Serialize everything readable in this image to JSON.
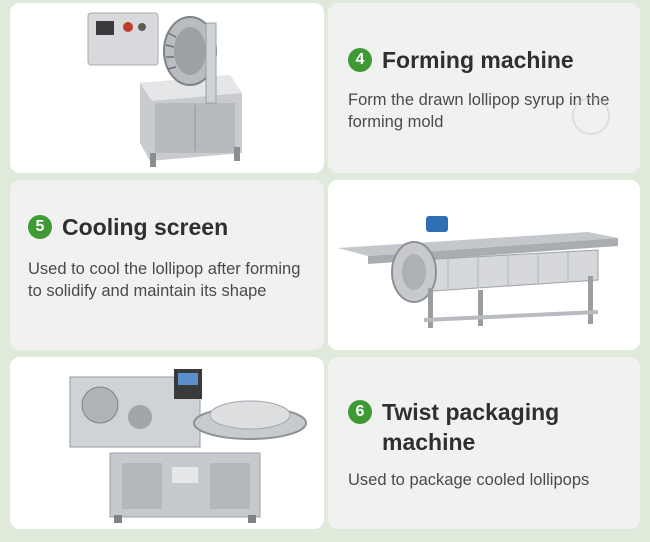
{
  "steps": [
    {
      "number": "4",
      "title": "Forming machine",
      "description": "Form the drawn lollipop syrup in the forming mold"
    },
    {
      "number": "5",
      "title": "Cooling screen",
      "description": "Used to cool the lollipop after forming to solidify and maintain its shape"
    },
    {
      "number": "6",
      "title": "Twist packaging machine",
      "description": "Used to package cooled lollipops"
    }
  ],
  "colors": {
    "background": "#dfeadb",
    "accent_green": "#3f9a35",
    "text_card": "#f1f1f1",
    "heading_text": "#2f2f2f",
    "body_text": "#4a4a4a"
  }
}
